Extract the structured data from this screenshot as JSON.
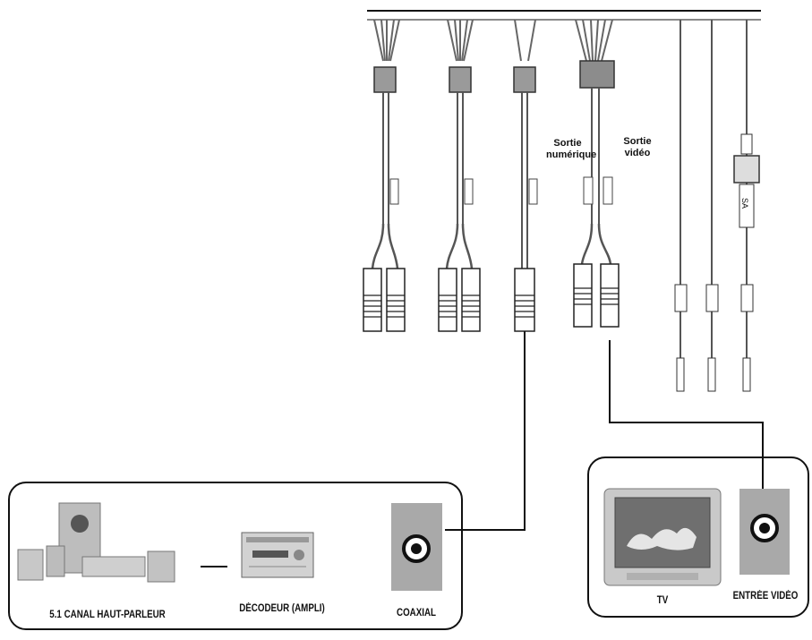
{
  "cable_labels": {
    "digital_out": [
      "Sortie",
      "numérique"
    ],
    "video_out": [
      "Sortie",
      "vidéo"
    ],
    "antenna_tag": "SA"
  },
  "audio_panel": {
    "speakers_label": "5.1 CANAL HAUT-PARLEUR",
    "decoder_label": "DÉCODEUR (AMPLI)",
    "jack_label": "COAXIAL"
  },
  "tv_panel": {
    "tv_label": "TV",
    "jack_label": "ENTRÉE VIDÉO"
  },
  "colors": {
    "line": "#111111",
    "cable_gray": "#bdbdbd",
    "jack_panel": "#a9a9a9",
    "device_gray": "#c8c8c8"
  }
}
